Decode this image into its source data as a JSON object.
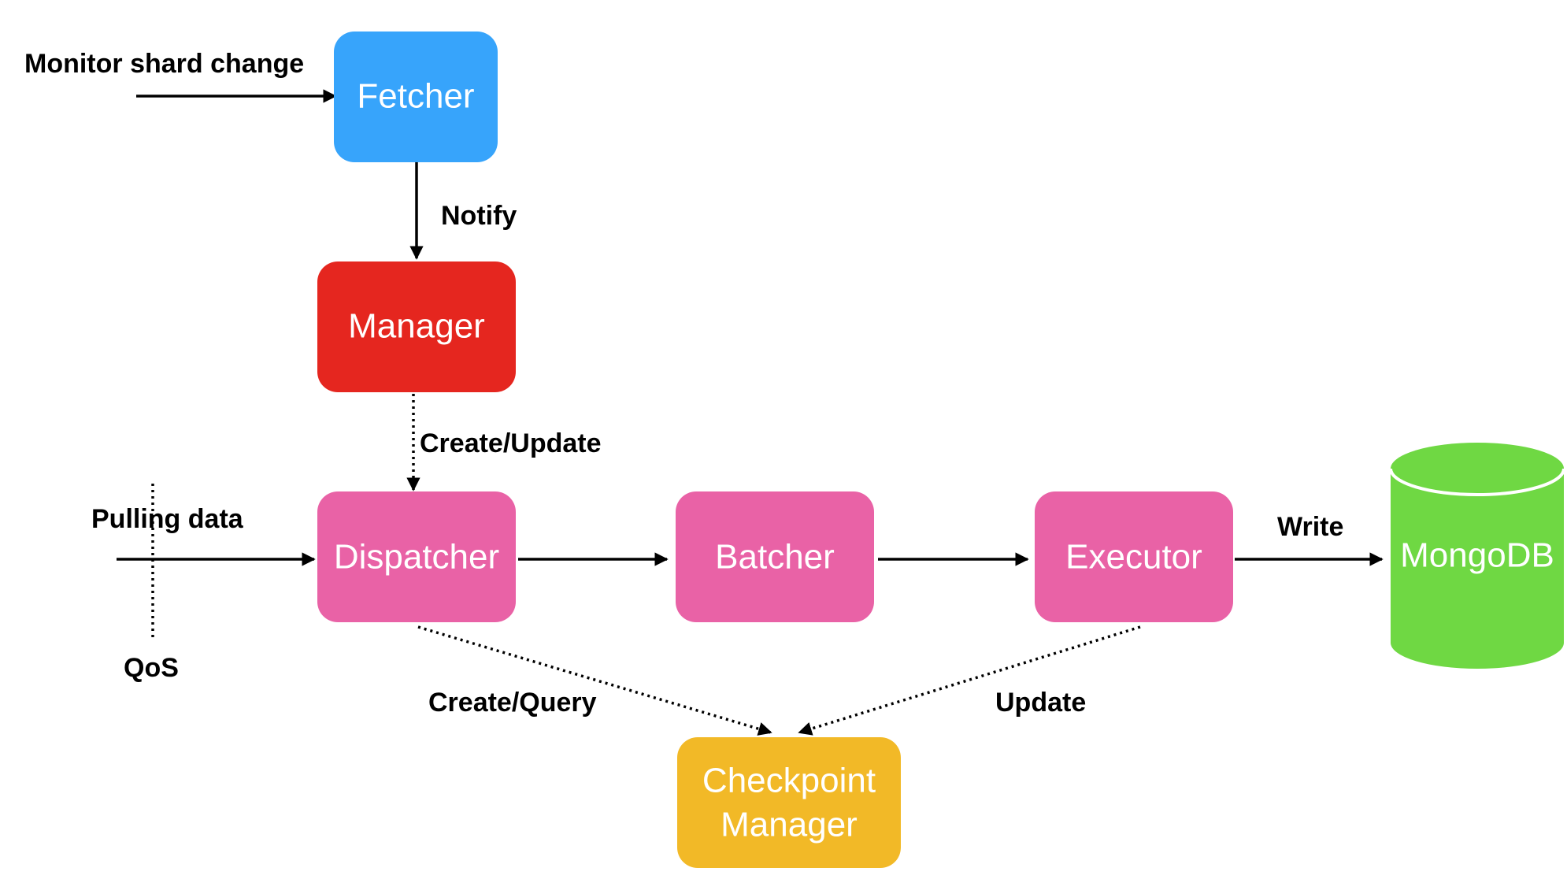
{
  "nodes": {
    "fetcher": {
      "label": "Fetcher",
      "color": "#37A4FB"
    },
    "manager": {
      "label": "Manager",
      "color": "#E5261F"
    },
    "dispatcher": {
      "label": "Dispatcher",
      "color": "#E962A6"
    },
    "batcher": {
      "label": "Batcher",
      "color": "#E962A6"
    },
    "executor": {
      "label": "Executor",
      "color": "#E962A6"
    },
    "mongodb": {
      "label": "MongoDB",
      "color": "#6FD843"
    },
    "checkpoint_manager": {
      "label_line1": "Checkpoint",
      "label_line2": "Manager",
      "color": "#F2B927"
    }
  },
  "edges": {
    "monitor_shard_change": "Monitor shard change",
    "notify": "Notify",
    "create_update": "Create/Update",
    "pulling_data": "Pulling data",
    "qos": "QoS",
    "write": "Write",
    "create_query": "Create/Query",
    "update": "Update"
  }
}
